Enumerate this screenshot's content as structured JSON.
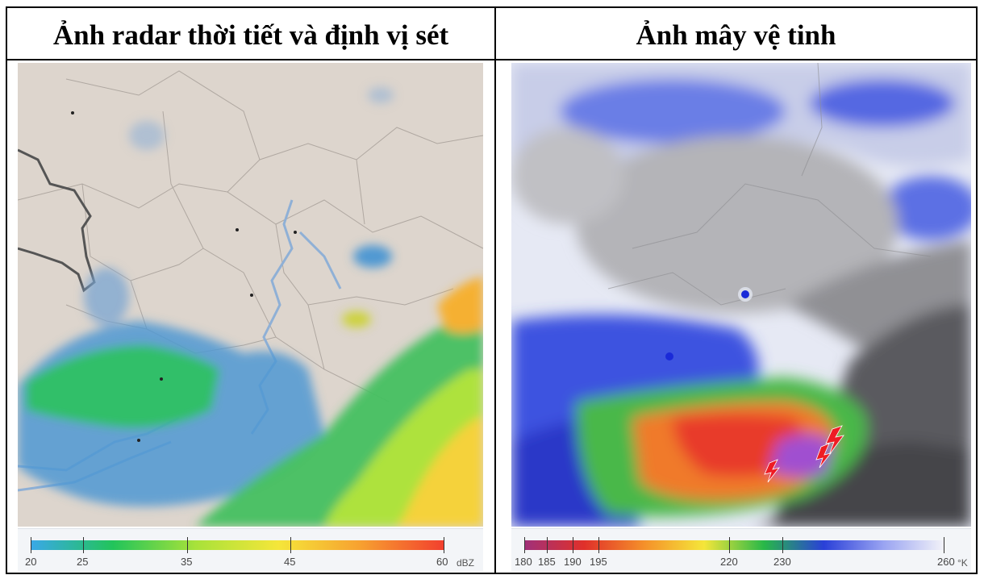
{
  "panels": {
    "radar": {
      "title": "Ảnh radar thời tiết và định vị sét",
      "legend": {
        "unit": "dBZ",
        "ticks": [
          "20",
          "25",
          "35",
          "45",
          "60"
        ],
        "colors": [
          "#3aa8e8",
          "#22c45a",
          "#a8e23a",
          "#f5e63a",
          "#f7a030",
          "#f2402e"
        ]
      }
    },
    "satellite": {
      "title": "Ảnh mây vệ tinh",
      "legend": {
        "unit": "°K",
        "ticks": [
          "180",
          "185",
          "190",
          "195",
          "220",
          "230",
          "260"
        ],
        "colors": [
          "#a0307a",
          "#e0302a",
          "#f5902a",
          "#f5e63a",
          "#28b848",
          "#2a40d8",
          "#9aa4f2",
          "#f2f2f8"
        ]
      }
    }
  }
}
